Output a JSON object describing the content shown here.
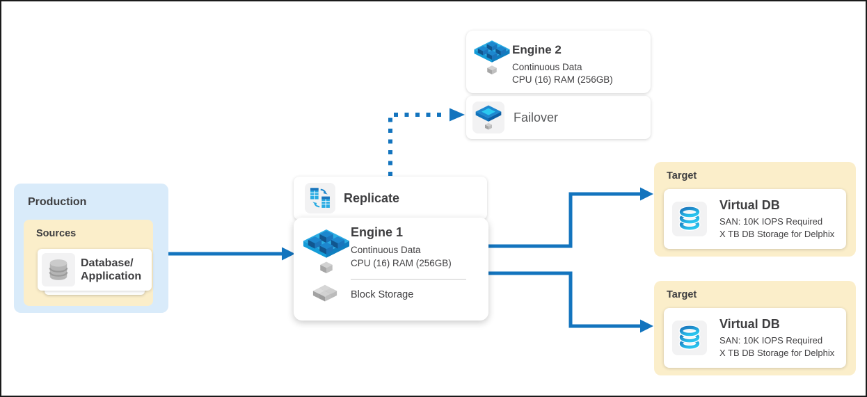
{
  "production": {
    "label": "Production",
    "sources": {
      "label": "Sources",
      "card": {
        "line1": "Database/",
        "line2": "Application"
      }
    }
  },
  "replicate": {
    "label": "Replicate"
  },
  "engine1": {
    "title": "Engine 1",
    "continuous": "Continuous Data",
    "specs": "CPU (16) RAM (256GB)",
    "storage": "Block Storage"
  },
  "engine2": {
    "title": "Engine 2",
    "continuous": "Continuous Data",
    "specs": "CPU (16) RAM (256GB)"
  },
  "failover": {
    "label": "Failover"
  },
  "targets": [
    {
      "label": "Target",
      "card": {
        "title": "Virtual DB",
        "san": "SAN: 10K IOPS Required",
        "storage": "X TB DB Storage for Delphix"
      }
    },
    {
      "label": "Target",
      "card": {
        "title": "Virtual DB",
        "san": "SAN: 10K IOPS Required",
        "storage": "X TB DB Storage for Delphix"
      }
    }
  ],
  "icons": {
    "engine": "isometric-blue-platform-with-cubes",
    "failover": "isometric-blue-diamond-platform",
    "replicate": "two-tables-sync-arrows",
    "database": "gray-database-cylinder",
    "virtual_db": "blue-ring-database",
    "block_storage": "gray-cube-cluster"
  },
  "colors": {
    "arrow_blue": "#1374BE",
    "production_bg": "#D9EBFA",
    "zone_yellow": "#FBEECA",
    "platform_cyan": "#2AACE3",
    "cube_blue": "#1B75BC",
    "icon_chip_bg": "#F2F2F3",
    "text_dark": "#3E3E40",
    "failover_text": "#58595B"
  }
}
